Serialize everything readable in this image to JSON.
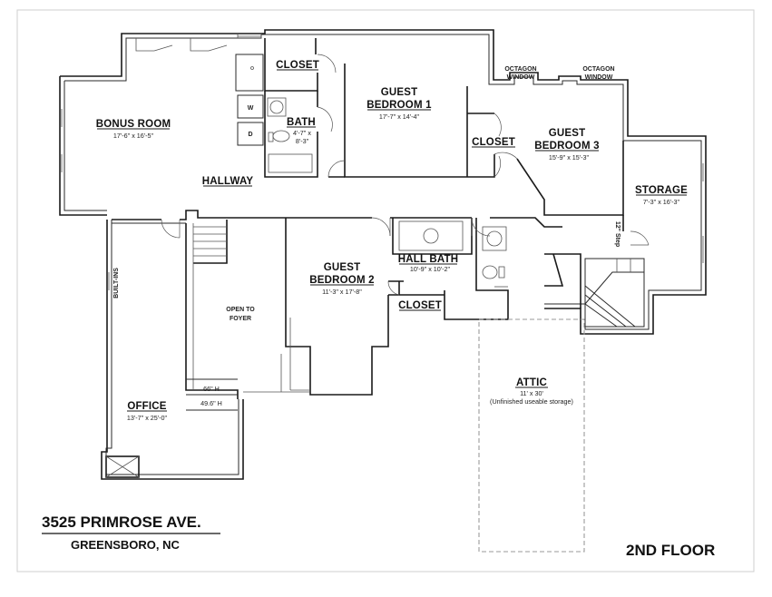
{
  "rooms": {
    "bonus_room": {
      "name": "BONUS ROOM",
      "dims": "17'-6\" x 16'-5\""
    },
    "closet_1": {
      "name": "CLOSET"
    },
    "bath": {
      "name": "BATH",
      "dims_1": "4'-7\" x",
      "dims_2": "8'-3\""
    },
    "guest_bedroom_1": {
      "name_1": "GUEST",
      "name_2": "BEDROOM 1",
      "dims": "17'-7\" x 14'-4\""
    },
    "octagon_left": {
      "line_1": "OCTAGON",
      "line_2": "WINDOW"
    },
    "octagon_right": {
      "line_1": "OCTAGON",
      "line_2": "WINDOW"
    },
    "closet_2": {
      "name": "CLOSET"
    },
    "guest_bedroom_3": {
      "name_1": "GUEST",
      "name_2": "BEDROOM 3",
      "dims": "15'-9\" x 15'-3\""
    },
    "storage": {
      "name": "STORAGE",
      "dims": "7'-3\" x 16'-3\""
    },
    "step": {
      "label": "12\" Step"
    },
    "hallway": {
      "name": "HALLWAY"
    },
    "builtins": {
      "label": "BUILT-INS"
    },
    "open_to_foyer": {
      "line_1": "OPEN TO",
      "line_2": "FOYER"
    },
    "guest_bedroom_2": {
      "name_1": "GUEST",
      "name_2": "BEDROOM 2",
      "dims": "11'-3\" x 17'-8\""
    },
    "hall_bath": {
      "name": "HALL BATH",
      "dims": "10'-9\" x 10'-2\""
    },
    "closet_3": {
      "name": "CLOSET"
    },
    "attic": {
      "name": "ATTIC",
      "dims": "11' x 30'",
      "note": "(Unfinished useable storage)"
    },
    "office": {
      "name": "OFFICE",
      "dims": "13'-7\" x 25'-0\""
    }
  },
  "heights": {
    "h1": "66\" H",
    "h2": "49.6\" H"
  },
  "appliances": {
    "washer": "W",
    "dryer": "D"
  },
  "title_block": {
    "address": "3525 PRIMROSE AVE.",
    "city": "GREENSBORO, NC",
    "floor": "2ND FLOOR"
  }
}
